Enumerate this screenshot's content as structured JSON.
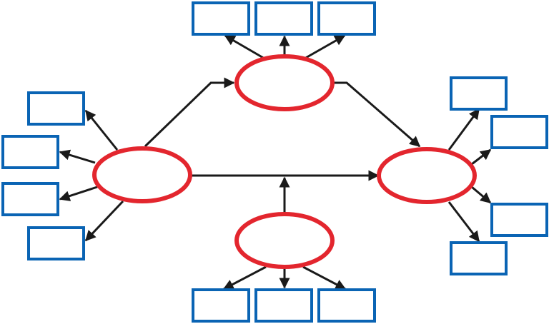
{
  "diagram": {
    "colors": {
      "ellipse_stroke": "#e3262e",
      "box_stroke": "#0a64b4",
      "arrow": "#1a1a1a",
      "background": "#ffffff"
    },
    "nodes": [
      {
        "id": "left",
        "label": ""
      },
      {
        "id": "top",
        "label": ""
      },
      {
        "id": "right",
        "label": ""
      },
      {
        "id": "bottom",
        "label": ""
      }
    ],
    "boxes": {
      "top": [
        "",
        "",
        ""
      ],
      "left": [
        "",
        "",
        "",
        ""
      ],
      "right": [
        "",
        "",
        "",
        ""
      ],
      "bottom": [
        "",
        "",
        ""
      ]
    }
  }
}
